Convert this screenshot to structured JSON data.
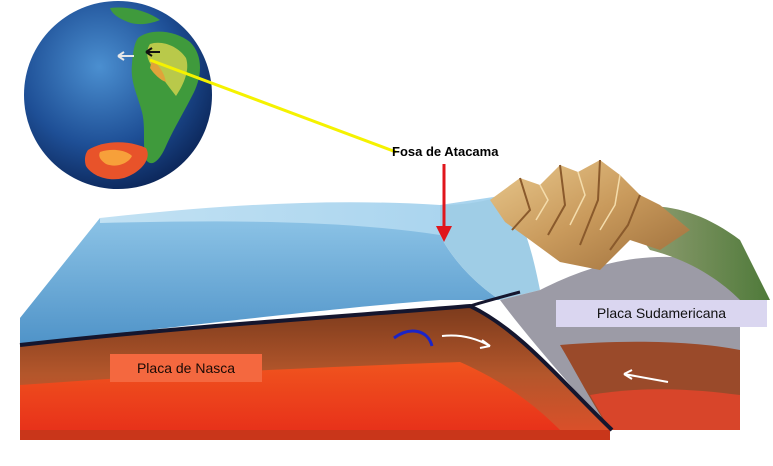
{
  "labels": {
    "trench": "Fosa de Atacama",
    "south_american_plate": "Placa Sudamericana",
    "nazca_plate": "Placa de Nasca"
  },
  "colors": {
    "ocean": "#5f9fcf",
    "ocean_light": "#bfe0f2",
    "nazca_label_bg": "#f4683f",
    "south_american_label_bg": "#dad6f0",
    "pointer_line": "#f5f200",
    "trench_arrow": "#e0161c",
    "mantle": "#8a3e1e",
    "asthenosphere": "#e83a1c"
  },
  "icons": {
    "globe": "globe-icon",
    "mountains": "mountain-range-icon",
    "trench_arrow": "down-arrow-icon"
  }
}
